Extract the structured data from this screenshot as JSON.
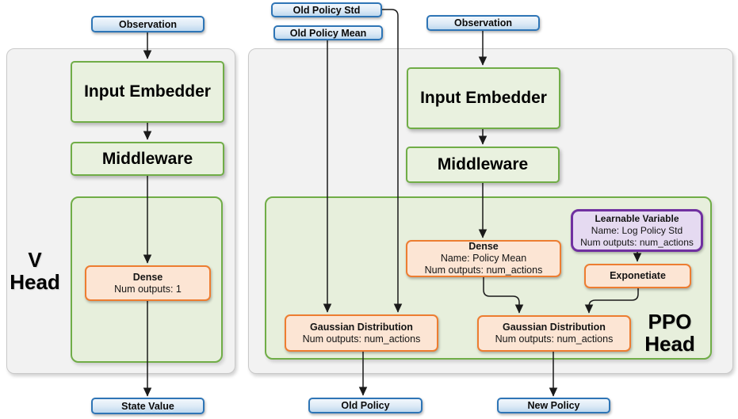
{
  "colors": {
    "blue_border": "#2e75b6",
    "green_border": "#70ad47",
    "orange_border": "#ed7d31",
    "purple_border": "#7030a0",
    "panel_gray": "#f2f2f2",
    "green_fill": "#e7efdc",
    "orange_fill": "#fce5d4",
    "purple_fill": "#e5daf1",
    "blue_fill": "#d9e8f5"
  },
  "v_head": {
    "observation": "Observation",
    "input_embedder": "Input Embedder",
    "middleware": "Middleware",
    "dense": {
      "title": "Dense",
      "outputs": "Num outputs: 1"
    },
    "label1": "V",
    "label2": "Head",
    "state_value": "State Value"
  },
  "ppo_head": {
    "old_policy_std": "Old Policy Std",
    "old_policy_mean": "Old Policy Mean",
    "observation": "Observation",
    "input_embedder": "Input Embedder",
    "middleware": "Middleware",
    "dense": {
      "title": "Dense",
      "name": "Name: Policy Mean",
      "outputs": "Num outputs: num_actions"
    },
    "learnable": {
      "title": "Learnable Variable",
      "name": "Name: Log Policy Std",
      "outputs": "Num outputs: num_actions"
    },
    "exponentiate": "Exponetiate",
    "gaussian_old": {
      "title": "Gaussian Distribution",
      "outputs": "Num outputs: num_actions"
    },
    "gaussian_new": {
      "title": "Gaussian Distribution",
      "outputs": "Num outputs: num_actions"
    },
    "label1": "PPO",
    "label2": "Head",
    "old_policy": "Old Policy",
    "new_policy": "New Policy"
  }
}
